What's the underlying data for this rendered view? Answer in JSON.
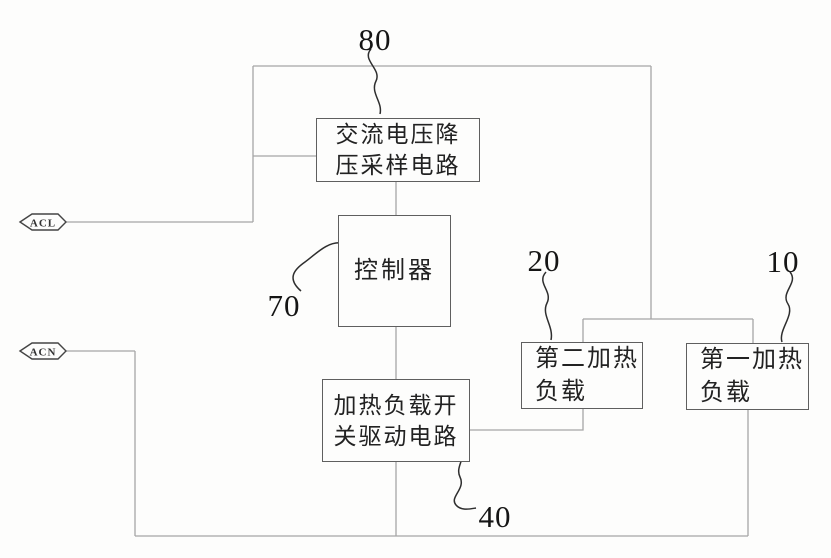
{
  "figure": {
    "background_color": "#fdfdfc",
    "wire_color": "#a6a6a6",
    "box_border_color": "#5f5f5f",
    "leader_color": "#2e2e2e",
    "text_color": "#222222"
  },
  "terminals": {
    "acl": {
      "label": "ACL"
    },
    "acn": {
      "label": "ACN"
    }
  },
  "blocks": {
    "sampling": {
      "ref": "80",
      "lines": [
        "交流电压降",
        "压采样电路"
      ]
    },
    "controller": {
      "ref": "70",
      "lines": [
        "控制器"
      ]
    },
    "driver": {
      "ref": "40",
      "lines": [
        "加热负载开",
        "关驱动电路"
      ]
    },
    "load2": {
      "ref": "20",
      "lines": [
        "第二加热",
        "负载"
      ]
    },
    "load1": {
      "ref": "10",
      "lines": [
        "第一加热",
        "负载"
      ]
    }
  }
}
